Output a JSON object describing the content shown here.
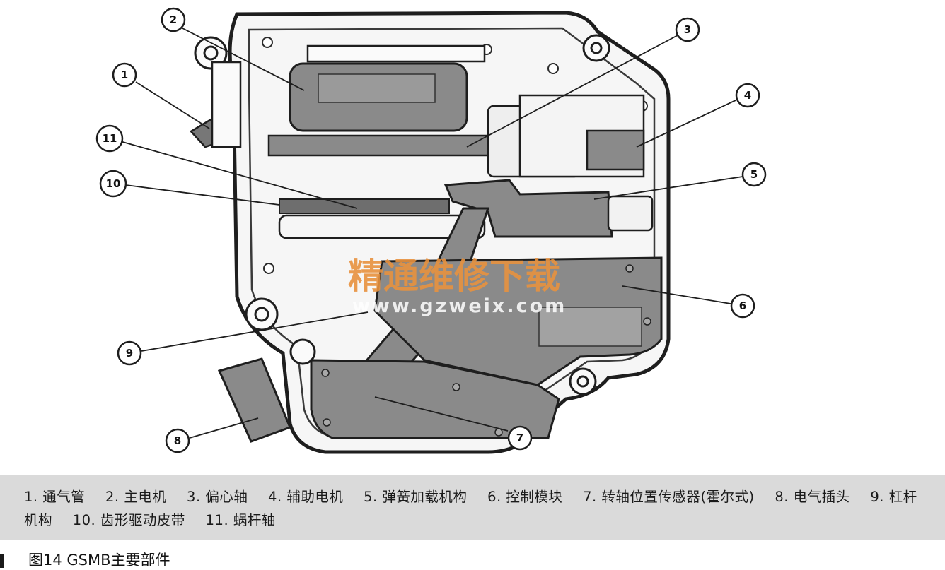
{
  "legend": [
    "1. 通气管",
    "2. 主电机",
    "3. 偏心轴",
    "4. 辅助电机",
    "5. 弹簧加载机构",
    "6. 控制模块",
    "7. 转轴位置传感器(霍尔式)",
    "8. 电气插头",
    "9. 杠杆机构",
    "10. 齿形驱动皮带",
    "11. 蜗杆轴"
  ],
  "callouts": [
    "1",
    "2",
    "3",
    "4",
    "5",
    "6",
    "7",
    "8",
    "9",
    "10",
    "11"
  ],
  "watermark": {
    "text": "精通维修下载",
    "url": "www.gzweix.com"
  },
  "figure_caption": "图14  GSMB主要部件",
  "colors": {
    "part_fill": "#8a8a8a",
    "housing_line": "#1e1e1e",
    "caption_bg": "#dadada",
    "watermark": "#e8923f"
  }
}
